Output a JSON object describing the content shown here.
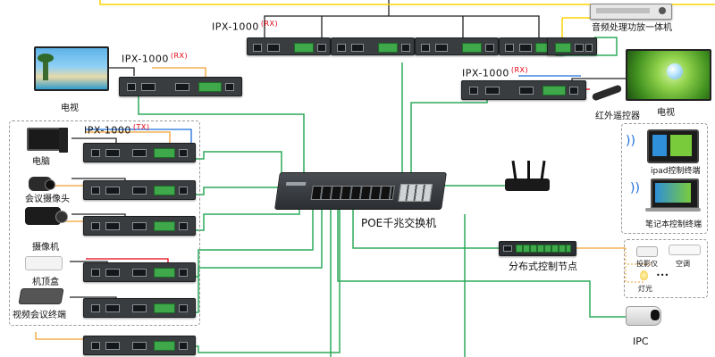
{
  "models": {
    "rx_top": {
      "name": "IPX-1000",
      "tag": "(RX)"
    },
    "rx_left": {
      "name": "IPX-1000",
      "tag": "(RX)"
    },
    "rx_right": {
      "name": "IPX-1000",
      "tag": "(RX)"
    },
    "tx": {
      "name": "IPX-1000",
      "tag": "(TX)"
    }
  },
  "labels": {
    "amplifier": "音频处理功放一体机",
    "tv_left": "电视",
    "tv_right": "电视",
    "remote": "红外遥控器",
    "switch": "POE千兆交换机",
    "control_node": "分布式控制节点",
    "ipad": "ipad控制终端",
    "laptop": "笔记本控制终端",
    "projector": "投影仪",
    "ac": "空调",
    "light": "灯光",
    "ellipsis": "•••",
    "ipc": "IPC"
  },
  "sources": [
    {
      "label": "电脑"
    },
    {
      "label": "会议摄像头"
    },
    {
      "label": "摄像机"
    },
    {
      "label": "机顶盒"
    },
    {
      "label": "视频会议终端"
    }
  ],
  "colors": {
    "network": "#2eaa5b",
    "hdmi": "#222222",
    "audio": "#f0a030",
    "control": "#1e6fd9",
    "ir": "#e60012",
    "power": "#ffd400",
    "device": "#3a3d40"
  }
}
